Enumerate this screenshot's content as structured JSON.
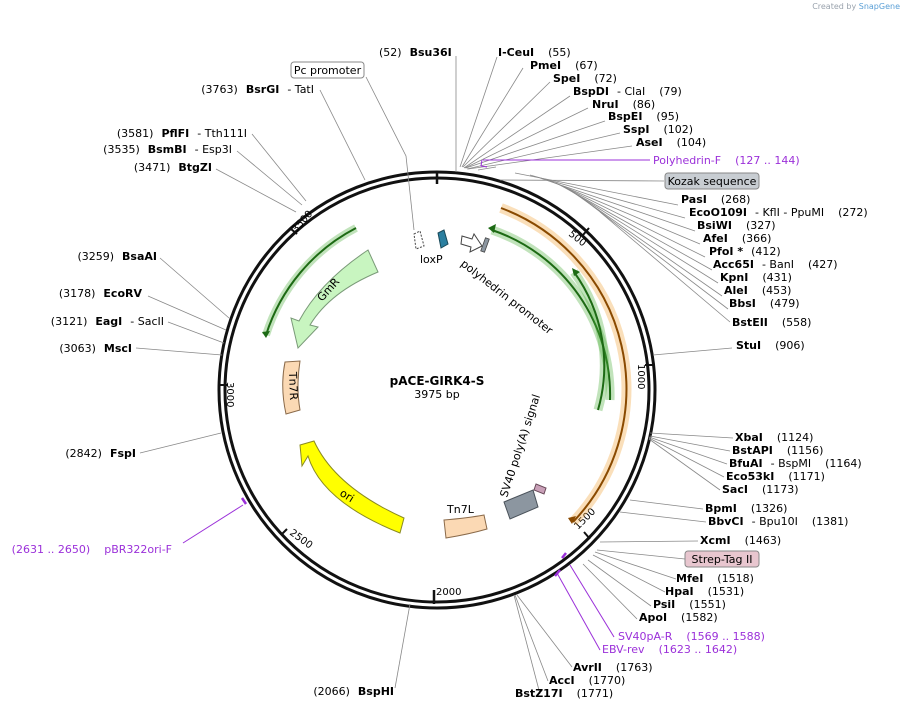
{
  "credit": {
    "created_by": "Created by",
    "brand": "SnapGene"
  },
  "plasmid": {
    "name": "pACE-GIRK4-S",
    "size": "3975 bp"
  },
  "ticks": [
    "500",
    "1000",
    "1500",
    "2000",
    "2500",
    "3000",
    "3500"
  ],
  "enzymes": {
    "bsu36i": {
      "pos": "(52)",
      "name": "Bsu36I"
    },
    "iceui": {
      "name": "I-CeuI",
      "pos": "(55)"
    },
    "pmei": {
      "name": "PmeI",
      "pos": "(67)"
    },
    "spei": {
      "name": "SpeI",
      "pos": "(72)"
    },
    "bspdi": {
      "name": "BspDI",
      "iso": "- ClaI",
      "pos": "(79)"
    },
    "nrui": {
      "name": "NruI",
      "pos": "(86)"
    },
    "bspei": {
      "name": "BspEI",
      "pos": "(95)"
    },
    "sspi": {
      "name": "SspI",
      "pos": "(102)"
    },
    "asei": {
      "name": "AseI",
      "pos": "(104)"
    },
    "pasi": {
      "name": "PasI",
      "pos": "(268)"
    },
    "ecoo109i": {
      "name": "EcoO109I",
      "iso": "- KflI  - PpuMI",
      "pos": "(272)"
    },
    "bsiwi": {
      "name": "BsiWI",
      "pos": "(327)"
    },
    "afei": {
      "name": "AfeI",
      "pos": "(366)"
    },
    "pfoi": {
      "name": "PfoI *",
      "pos": "(412)"
    },
    "acc65i": {
      "name": "Acc65I",
      "iso": "- BanI",
      "pos": "(427)"
    },
    "kpni": {
      "name": "KpnI",
      "pos": "(431)"
    },
    "alei": {
      "name": "AleI",
      "pos": "(453)"
    },
    "bbsi": {
      "name": "BbsI",
      "pos": "(479)"
    },
    "bsteii": {
      "name": "BstEII",
      "pos": "(558)"
    },
    "stui": {
      "name": "StuI",
      "pos": "(906)"
    },
    "xbai": {
      "name": "XbaI",
      "pos": "(1124)"
    },
    "bstapi": {
      "name": "BstAPI",
      "pos": "(1156)"
    },
    "bfuai": {
      "name": "BfuAI",
      "iso": "- BspMI",
      "pos": "(1164)"
    },
    "eco53ki": {
      "name": "Eco53kI",
      "pos": "(1171)"
    },
    "saci": {
      "name": "SacI",
      "pos": "(1173)"
    },
    "bpmi": {
      "name": "BpmI",
      "pos": "(1326)"
    },
    "bbvci": {
      "name": "BbvCI",
      "iso": "- Bpu10I",
      "pos": "(1381)"
    },
    "xcmi": {
      "name": "XcmI",
      "pos": "(1463)"
    },
    "mfei": {
      "name": "MfeI",
      "pos": "(1518)"
    },
    "hpai": {
      "name": "HpaI",
      "pos": "(1531)"
    },
    "psii": {
      "name": "PsiI",
      "pos": "(1551)"
    },
    "apoi": {
      "name": "ApoI",
      "pos": "(1582)"
    },
    "avrii": {
      "name": "AvrII",
      "pos": "(1763)"
    },
    "acci": {
      "name": "AccI",
      "pos": "(1770)"
    },
    "bstz17i": {
      "name": "BstZ17I",
      "pos": "(1771)"
    },
    "bsphi": {
      "pos": "(2066)",
      "name": "BspHI"
    },
    "fspi": {
      "pos": "(2842)",
      "name": "FspI"
    },
    "msci": {
      "pos": "(3063)",
      "name": "MscI"
    },
    "eagi": {
      "pos": "(3121)",
      "name": "EagI",
      "iso": "- SacII"
    },
    "ecorv": {
      "pos": "(3178)",
      "name": "EcoRV"
    },
    "bsaai": {
      "pos": "(3259)",
      "name": "BsaAI"
    },
    "btgzi": {
      "pos": "(3471)",
      "name": "BtgZI"
    },
    "bsmbi": {
      "pos": "(3535)",
      "name": "BsmBI",
      "iso": "- Esp3I"
    },
    "pflfi": {
      "pos": "(3581)",
      "name": "PflFI",
      "iso": "- Tth111I"
    },
    "bsrgi": {
      "pos": "(3763)",
      "name": "BsrGI",
      "iso": "- TatI"
    }
  },
  "primers": {
    "polyhedrin_f": {
      "name": "Polyhedrin-F",
      "range": "(127 .. 144)"
    },
    "sv40pa_r": {
      "name": "SV40pA-R",
      "range": "(1569 .. 1588)"
    },
    "ebv_rev": {
      "name": "EBV-rev",
      "range": "(1623 .. 1642)"
    },
    "pbr322ori_f": {
      "range": "(2631 .. 2650)",
      "name": "pBR322ori-F"
    }
  },
  "boxed_features": {
    "pc_promoter": "Pc promoter",
    "kozak": "Kozak sequence",
    "strep_tag": "Strep-Tag II"
  },
  "features": {
    "loxp": "loxP",
    "polyhedrin": "polyhedrin promoter",
    "sv40": "SV40 poly(A) signal",
    "tn7l": "Tn7L",
    "ori": "ori",
    "tn7r": "Tn7R",
    "gmr": "GmR"
  },
  "colors": {
    "orf_orange": "#f2a33a",
    "orf_green": "#4caf3c",
    "gmr": "#c8f5c0",
    "ori": "#ffff00",
    "tn7": "#fbd9b4",
    "loxp": "#2b7fa0",
    "sv40": "#8c96a0",
    "primer": "#9b30d9",
    "kozak_box": "#c8cdd2",
    "strep_box": "#e8c6cf"
  }
}
